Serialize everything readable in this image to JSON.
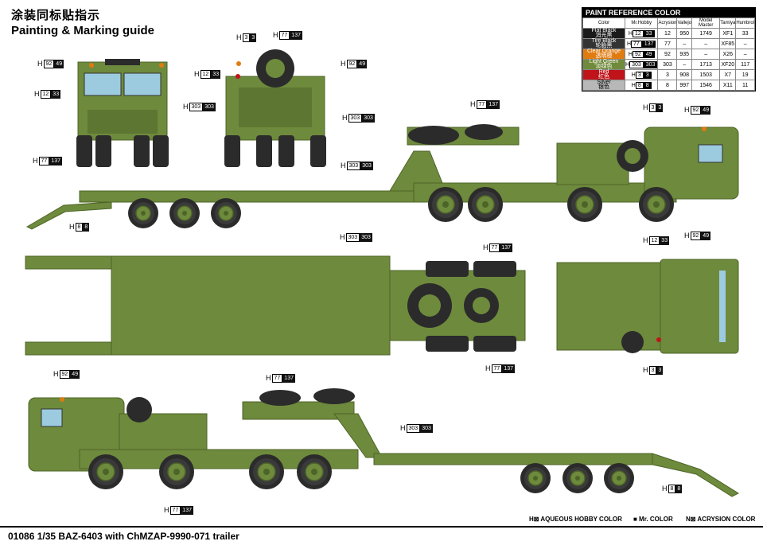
{
  "header": {
    "title_cn": "涂装同标贴指示",
    "title_en": "Painting & Marking guide"
  },
  "paint_table": {
    "heading": "PAINT  REFERENCE COLOR",
    "columns": [
      "Color",
      "Mr.Hobby",
      "Acrysion",
      "Vallejo",
      "Model Master",
      "Tamiya",
      "Humbrol"
    ],
    "rows": [
      {
        "name": "Flat Black",
        "cn": "消光黑",
        "bg": "#1a1a1a",
        "fg": "#ffffff",
        "hobby_a": "12",
        "hobby_b": "33",
        "acrysion": "12",
        "vallejo": "950",
        "model_master": "1749",
        "tamiya": "XF1",
        "humbrol": "33"
      },
      {
        "name": "Tire Black",
        "cn": "轮胎黑",
        "bg": "#333333",
        "fg": "#ffffff",
        "hobby_a": "77",
        "hobby_b": "137",
        "acrysion": "77",
        "vallejo": "–",
        "model_master": "–",
        "tamiya": "XF85",
        "humbrol": "–"
      },
      {
        "name": "Clear Orange",
        "cn": "透明橙",
        "bg": "#e07b10",
        "fg": "#ffffff",
        "hobby_a": "92",
        "hobby_b": "49",
        "acrysion": "92",
        "vallejo": "935",
        "model_master": "–",
        "tamiya": "X26",
        "humbrol": "–"
      },
      {
        "name": "Light Green",
        "cn": "淡绿色",
        "bg": "#6f8a3a",
        "fg": "#ffffff",
        "hobby_a": "303",
        "hobby_b": "303",
        "acrysion": "303",
        "vallejo": "–",
        "model_master": "1713",
        "tamiya": "XF20",
        "humbrol": "117"
      },
      {
        "name": "Red",
        "cn": "红色",
        "bg": "#c0141a",
        "fg": "#ffffff",
        "hobby_a": "3",
        "hobby_b": "3",
        "acrysion": "3",
        "vallejo": "908",
        "model_master": "1503",
        "tamiya": "X7",
        "humbrol": "19"
      },
      {
        "name": "Silver",
        "cn": "银色",
        "bg": "#b8b8b8",
        "fg": "#000000",
        "hobby_a": "8",
        "hobby_b": "8",
        "acrysion": "8",
        "vallejo": "997",
        "model_master": "1546",
        "tamiya": "X11",
        "humbrol": "11"
      }
    ]
  },
  "callouts": [
    {
      "id": "c1",
      "a": "3",
      "b": "3"
    },
    {
      "id": "c2",
      "a": "77",
      "b": "137"
    },
    {
      "id": "c3",
      "a": "92",
      "b": "49"
    },
    {
      "id": "c4",
      "a": "92",
      "b": "49"
    },
    {
      "id": "c5",
      "a": "12",
      "b": "33"
    },
    {
      "id": "c6",
      "a": "12",
      "b": "33"
    },
    {
      "id": "c7",
      "a": "303",
      "b": "303"
    },
    {
      "id": "c8",
      "a": "303",
      "b": "303"
    },
    {
      "id": "c9",
      "a": "77",
      "b": "137"
    },
    {
      "id": "c10",
      "a": "303",
      "b": "303"
    },
    {
      "id": "c11",
      "a": "77",
      "b": "137"
    },
    {
      "id": "c12",
      "a": "3",
      "b": "3"
    },
    {
      "id": "c13",
      "a": "92",
      "b": "49"
    },
    {
      "id": "c14",
      "a": "8",
      "b": "8"
    },
    {
      "id": "c15",
      "a": "303",
      "b": "303"
    },
    {
      "id": "c16",
      "a": "77",
      "b": "137"
    },
    {
      "id": "c17",
      "a": "12",
      "b": "33"
    },
    {
      "id": "c18",
      "a": "92",
      "b": "49"
    },
    {
      "id": "c19",
      "a": "77",
      "b": "137"
    },
    {
      "id": "c20",
      "a": "3",
      "b": "3"
    },
    {
      "id": "c21",
      "a": "92",
      "b": "49"
    },
    {
      "id": "c22",
      "a": "77",
      "b": "137"
    },
    {
      "id": "c23",
      "a": "303",
      "b": "303"
    },
    {
      "id": "c24",
      "a": "8",
      "b": "8"
    },
    {
      "id": "c25",
      "a": "77",
      "b": "137"
    }
  ],
  "callout_prefix": "H",
  "legend": {
    "aqueous": "H⊠ AQUEOUS HOBBY COLOR",
    "mr": "■ Mr. COLOR",
    "acrysion": "N⊠ ACRYSION COLOR"
  },
  "footer": {
    "title": "01086 1/35 BAZ-6403 with ChMZAP-9990-071 trailer"
  },
  "colors": {
    "vehicle_green": "#6e8a3c",
    "vehicle_dark": "#4d6428",
    "tire": "#2b2b2b",
    "window": "#9ccbe0",
    "orange": "#e07b10",
    "red": "#c0141a"
  }
}
